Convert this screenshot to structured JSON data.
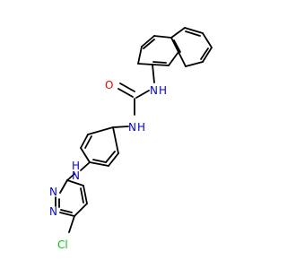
{
  "molecule": {
    "atoms": [
      {
        "id": "N1",
        "text": "N",
        "color": "#0000ff"
      },
      {
        "id": "N2",
        "text": "N",
        "color": "#0000ff"
      },
      {
        "id": "N3",
        "text": "N",
        "color": "#0000ff"
      },
      {
        "id": "N4",
        "text": "N",
        "color": "#0000ff"
      },
      {
        "id": "N5",
        "text": "N",
        "color": "#0000ff"
      },
      {
        "id": "O1",
        "text": "O",
        "color": "#ff0000"
      },
      {
        "id": "Cl1",
        "text": "Cl",
        "color": "#00cc00"
      }
    ],
    "hydrogens": [
      {
        "id": "H1",
        "text": "H",
        "color": "#0000ff"
      },
      {
        "id": "H2",
        "text": "H",
        "color": "#0000ff"
      },
      {
        "id": "H3",
        "text": "H",
        "color": "#0000ff"
      }
    ],
    "colors": {
      "bond": "#000000",
      "nitrogen": "#0000ff",
      "oxygen": "#ff0000",
      "chlorine": "#00cc00",
      "background": "#ffffff"
    }
  }
}
